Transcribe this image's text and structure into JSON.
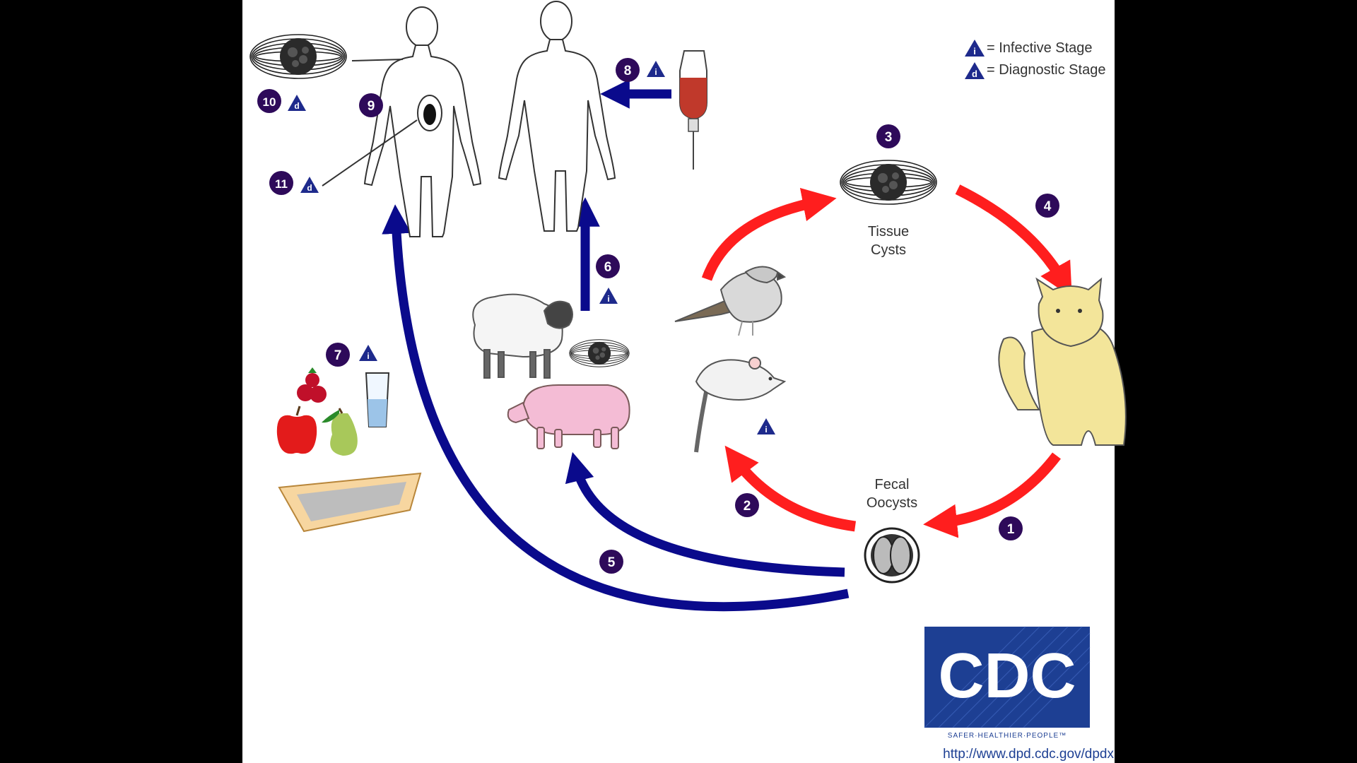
{
  "legend": {
    "infective_symbol": "i",
    "infective_text": "= Infective Stage",
    "diagnostic_symbol": "d",
    "diagnostic_text": "= Diagnostic Stage"
  },
  "labels": {
    "tissue_cysts_line1": "Tissue",
    "tissue_cysts_line2": "Cysts",
    "fecal_oocysts_line1": "Fecal",
    "fecal_oocysts_line2": "Oocysts"
  },
  "steps": [
    "1",
    "2",
    "3",
    "4",
    "5",
    "6",
    "7",
    "8",
    "9",
    "10",
    "11"
  ],
  "logo": {
    "text": "CDC",
    "tagline": "SAFER·HEALTHIER·PEOPLE™"
  },
  "url": "http://www.dpd.cdc.gov/dpdx",
  "colors": {
    "background": "#000000",
    "panel": "#ffffff",
    "red_arrow": "#ff1e1e",
    "blue_arrow": "#0a0a8c",
    "step_circle": "#2e0a5a",
    "stage_triangle": "#1e2a8c",
    "cdc_blue": "#1d3f93"
  }
}
